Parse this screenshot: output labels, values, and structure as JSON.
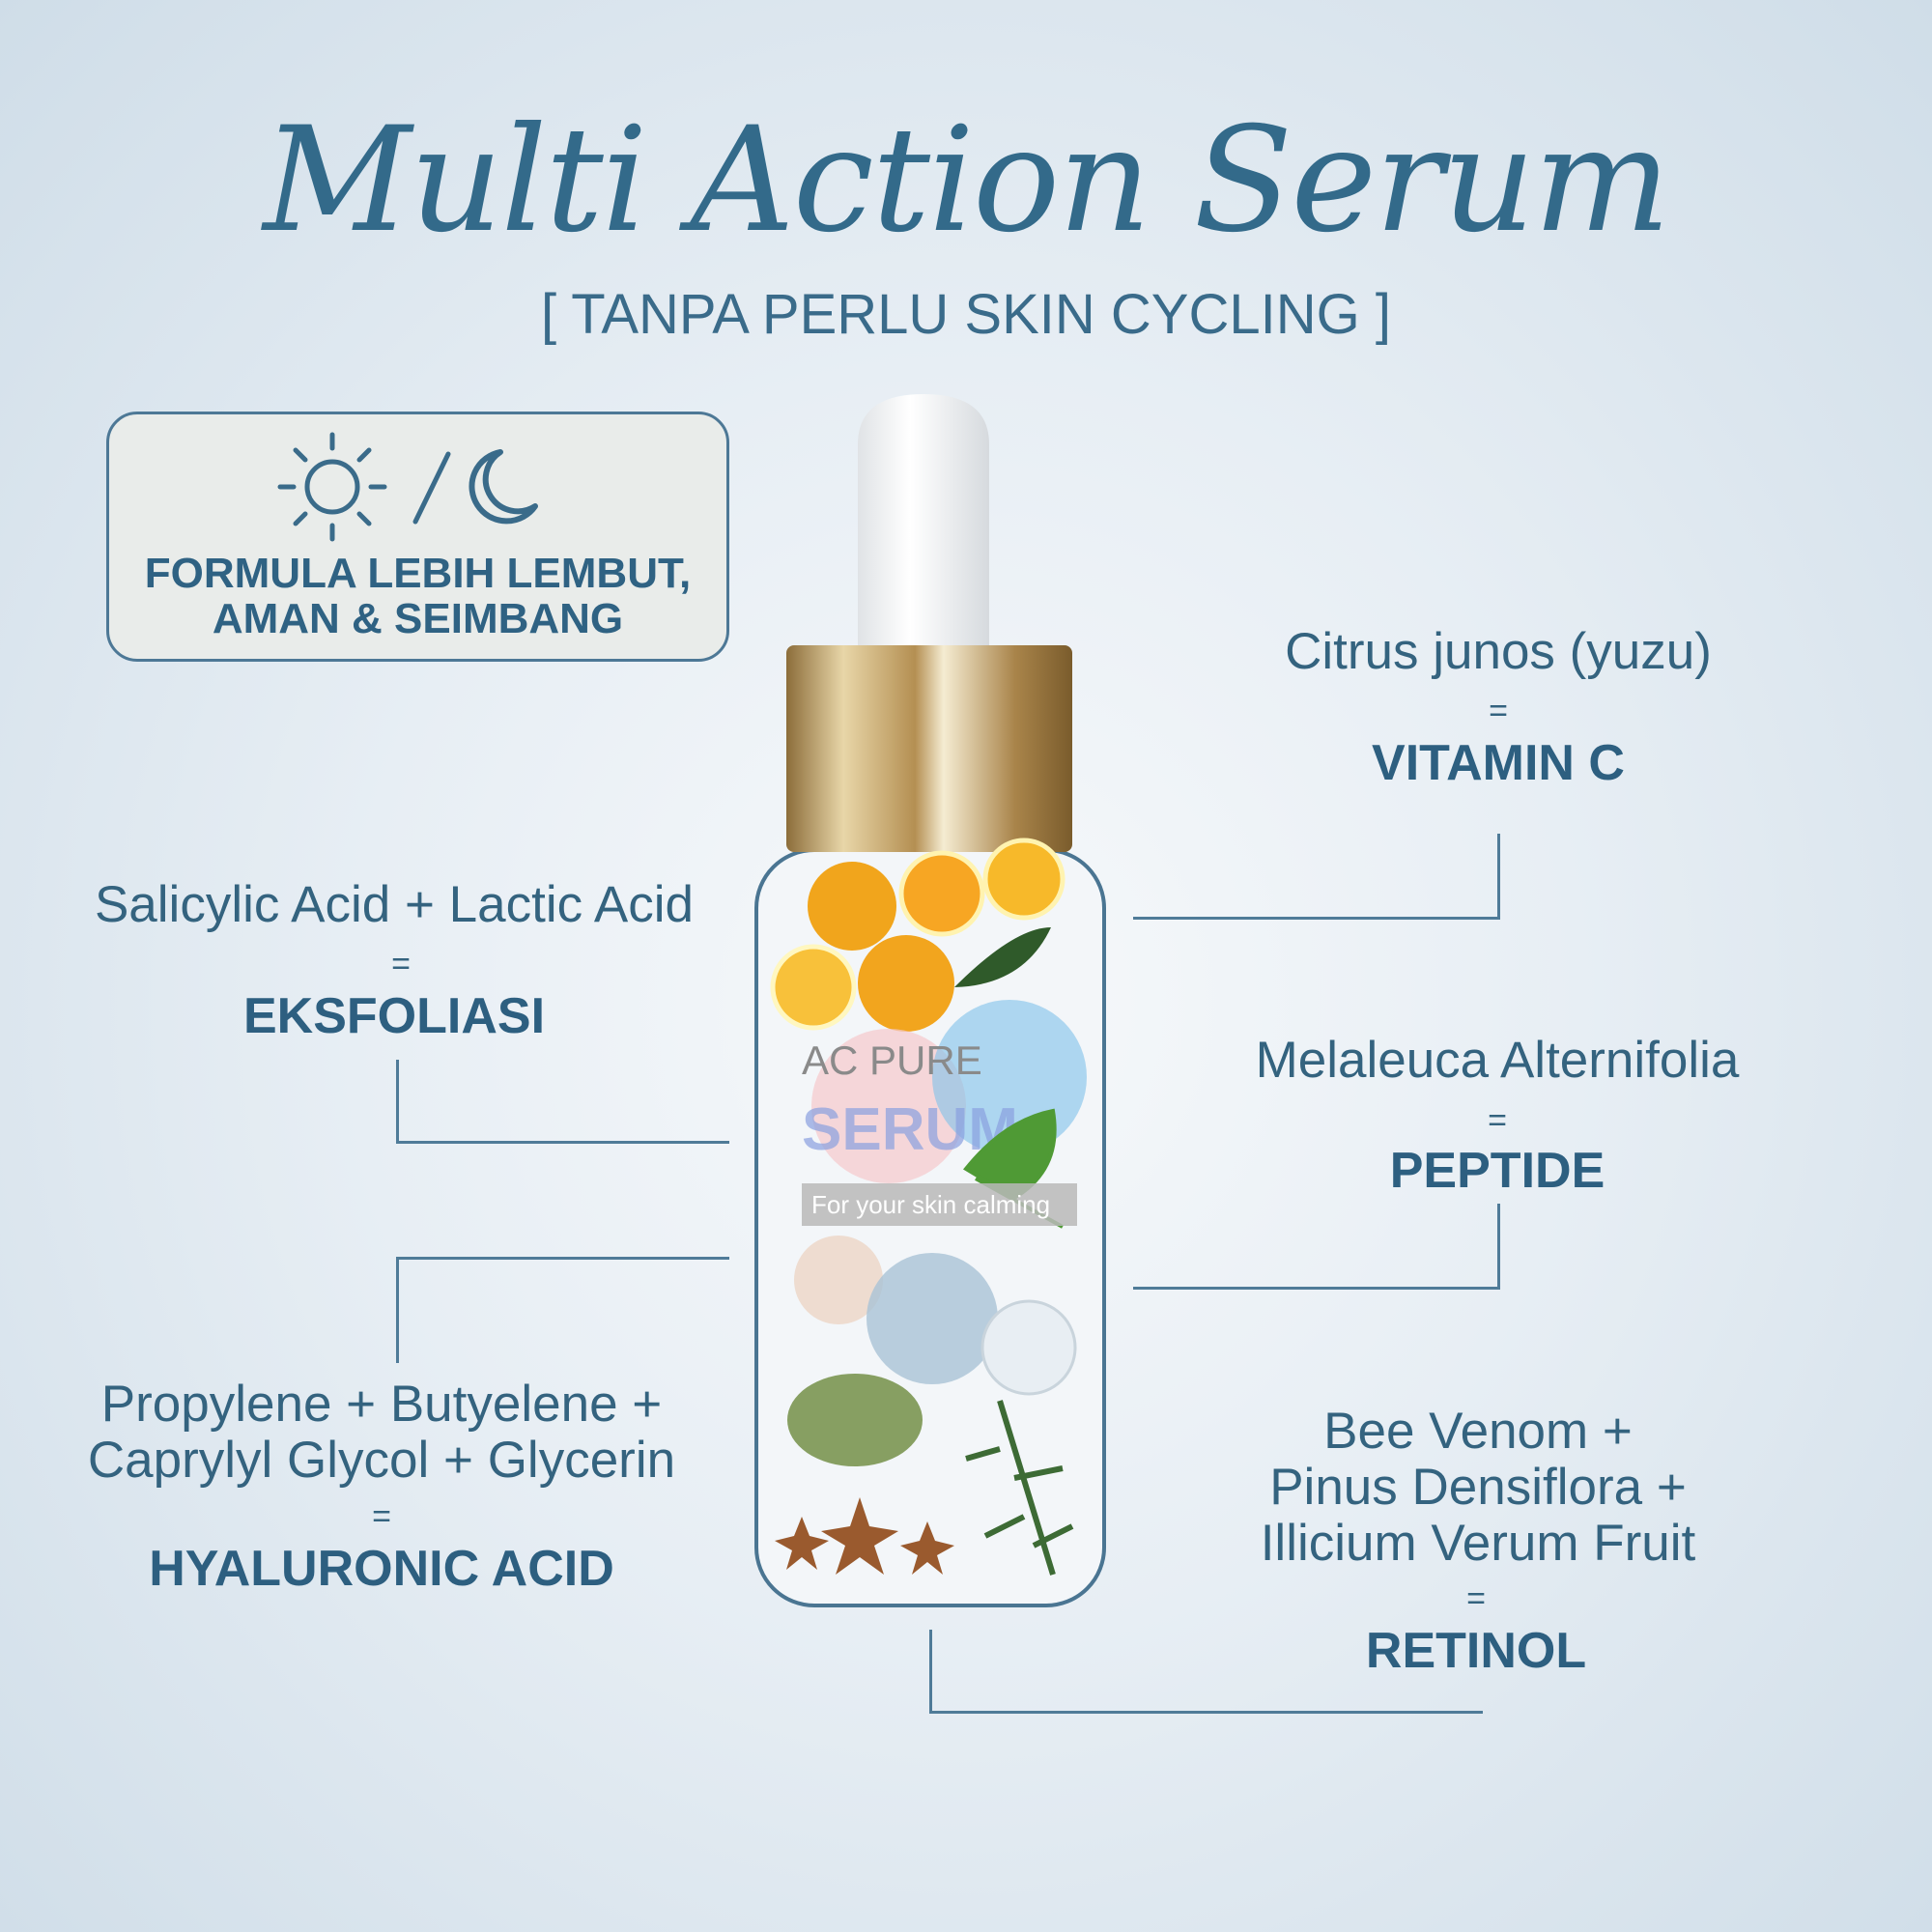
{
  "header": {
    "title": "Multi Action Serum",
    "subtitle": "[ TANPA PERLU SKIN CYCLING ]"
  },
  "badge": {
    "icons": [
      "sun-icon",
      "moon-icon"
    ],
    "line1": "FORMULA LEBIH LEMBUT,",
    "line2": "AMAN & SEIMBANG"
  },
  "ingredients": {
    "vitamin_c": {
      "source": "Citrus junos (yuzu)",
      "eq": "=",
      "result": "VITAMIN C"
    },
    "peptide": {
      "source": "Melaleuca Alternifolia",
      "eq": "=",
      "result": "PEPTIDE"
    },
    "eksfoliasi": {
      "source": "Salicylic Acid + Lactic Acid",
      "eq": "=",
      "result": "EKSFOLIASI"
    },
    "hyaluronic": {
      "line1": "Propylene + Butyelene +",
      "line2": "Caprylyl Glycol + Glycerin",
      "eq": "=",
      "result": "HYALURONIC ACID"
    },
    "retinol": {
      "line1": "Bee Venom +",
      "line2": "Pinus Densiflora +",
      "line3": "Illicium Verum Fruit",
      "eq": "=",
      "result": "RETINOL"
    }
  },
  "bottle": {
    "label1": "AC PURE",
    "label2": "SERUM",
    "label3": "For your skin calming"
  },
  "colors": {
    "text": "#33627f",
    "accent": "#4f7b98",
    "gold": "#c9a862"
  }
}
